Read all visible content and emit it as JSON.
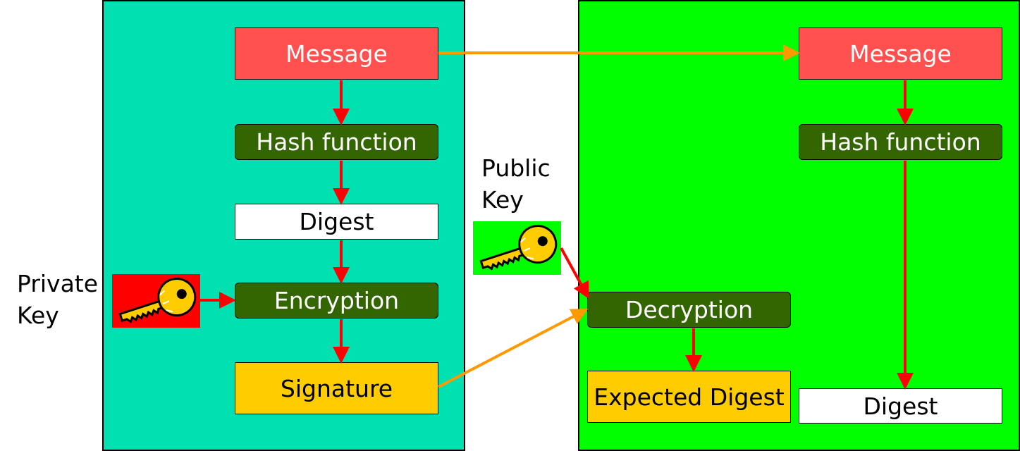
{
  "colors": {
    "sender_panel": "#00e0b0",
    "receiver_panel": "#00ff00",
    "message": "#ff5050",
    "process": "#336600",
    "digest": "#ffffff",
    "signature": "#ffcc00",
    "flow_arrow": "#ff0000",
    "transfer_arrow": "#ff9900",
    "private_key_bg": "#ff0000",
    "public_key_bg": "#00ff00",
    "key_body": "#ffcc00"
  },
  "sender": {
    "message": "Message",
    "hash": "Hash function",
    "digest": "Digest",
    "encryption": "Encryption",
    "signature": "Signature"
  },
  "receiver": {
    "message": "Message",
    "hash": "Hash function",
    "decryption": "Decryption",
    "expected_digest": "Expected Digest",
    "digest": "Digest"
  },
  "private_key": {
    "line1": "Private",
    "line2": "Key",
    "icon": "key-icon"
  },
  "public_key": {
    "line1": "Public",
    "line2": "Key",
    "icon": "key-icon"
  }
}
